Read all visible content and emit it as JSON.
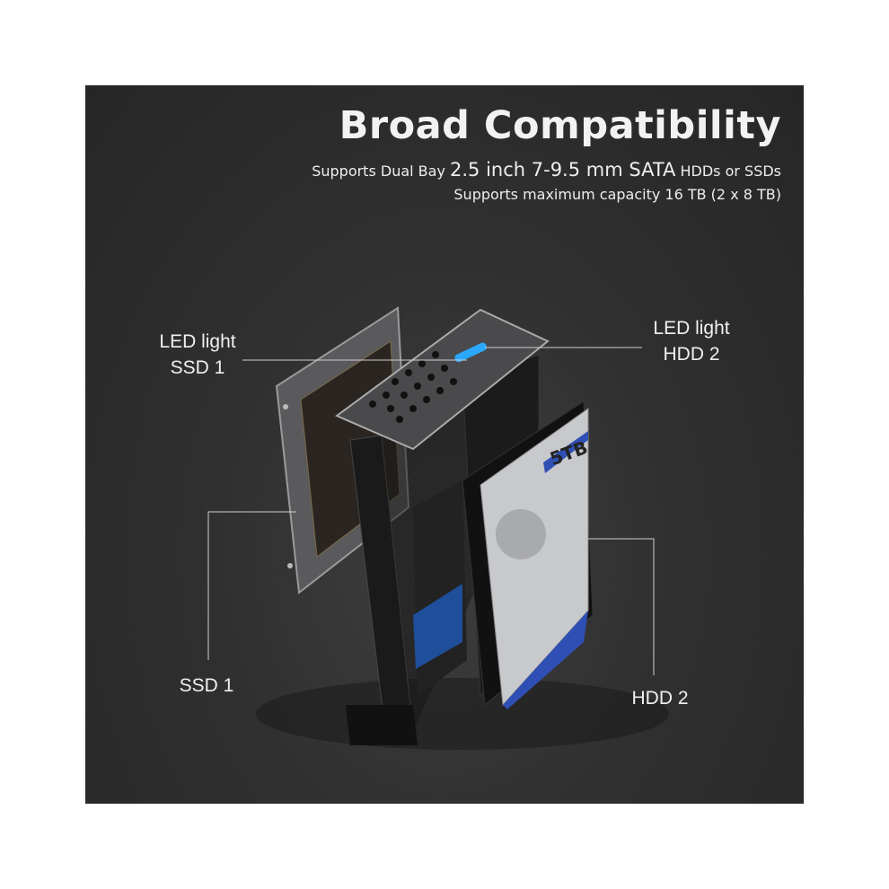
{
  "heading": {
    "title": "Broad Compatibility",
    "line1_prefix": "Supports Dual Bay",
    "line1_emphasis": "2.5 inch 7-9.5 mm SATA",
    "line1_suffix": "HDDs or SSDs",
    "line2": "Supports maximum capacity 16 TB (2 x 8 TB)"
  },
  "callouts": {
    "led_ssd1": {
      "line1": "LED light",
      "line2": "SSD 1"
    },
    "led_hdd2": {
      "line1": "LED light",
      "line2": "HDD 2"
    },
    "ssd1": "SSD 1",
    "hdd2": "HDD 2"
  },
  "hdd_label": "5TB",
  "colors": {
    "background": "#2e2e2e",
    "led": "#2aa8ff",
    "hdd_accent": "#2f4fb5"
  }
}
